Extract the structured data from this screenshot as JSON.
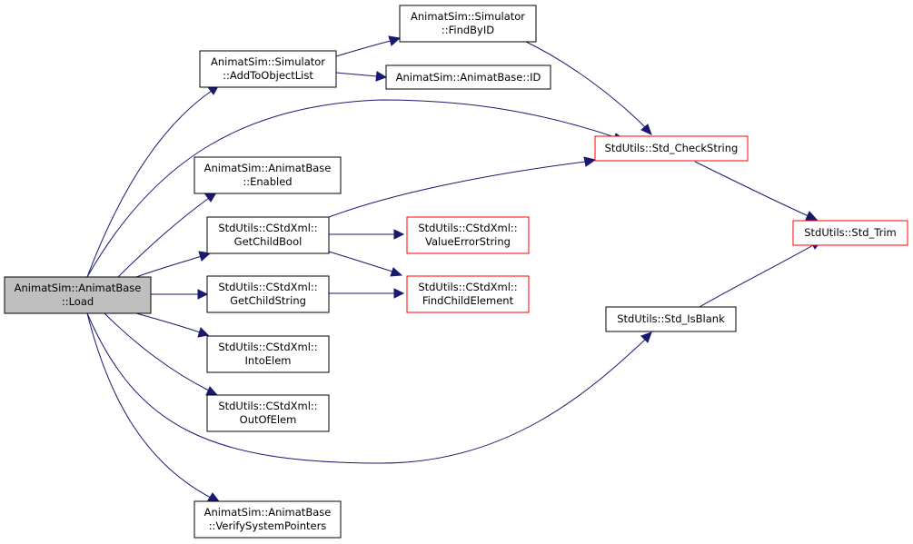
{
  "nodes": {
    "load": {
      "line1": "AnimatSim::AnimatBase",
      "line2": "::Load"
    },
    "add_to_object_list": {
      "line1": "AnimatSim::Simulator",
      "line2": "::AddToObjectList"
    },
    "find_by_id": {
      "line1": "AnimatSim::Simulator",
      "line2": "::FindByID"
    },
    "animat_id": {
      "line1": "AnimatSim::AnimatBase::ID"
    },
    "std_check_string": {
      "line1": "StdUtils::Std_CheckString"
    },
    "enabled": {
      "line1": "AnimatSim::AnimatBase",
      "line2": "::Enabled"
    },
    "get_child_bool": {
      "line1": "StdUtils::CStdXml::",
      "line2": "GetChildBool"
    },
    "value_error_string": {
      "line1": "StdUtils::CStdXml::",
      "line2": "ValueErrorString"
    },
    "std_trim": {
      "line1": "StdUtils::Std_Trim"
    },
    "get_child_string": {
      "line1": "StdUtils::CStdXml::",
      "line2": "GetChildString"
    },
    "find_child_element": {
      "line1": "StdUtils::CStdXml::",
      "line2": "FindChildElement"
    },
    "std_is_blank": {
      "line1": "StdUtils::Std_IsBlank"
    },
    "into_elem": {
      "line1": "StdUtils::CStdXml::",
      "line2": "IntoElem"
    },
    "out_of_elem": {
      "line1": "StdUtils::CStdXml::",
      "line2": "OutOfElem"
    },
    "verify_system_pointers": {
      "line1": "AnimatSim::AnimatBase",
      "line2": "::VerifySystemPointers"
    }
  }
}
